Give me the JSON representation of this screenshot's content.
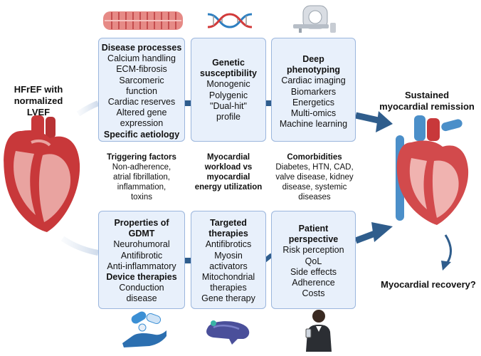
{
  "left_label": [
    "HFrEF with",
    "normalized LVEF"
  ],
  "right_top_label": [
    "Sustained",
    "myocardial remission"
  ],
  "right_bottom_label": "Myocardial recovery?",
  "boxes": {
    "disease": {
      "heading": "Disease processes",
      "items": [
        "Calcium handling",
        "ECM-fibrosis",
        "Sarcomeric",
        "function",
        "Cardiac reserves",
        "Altered gene",
        "expression"
      ],
      "heading2": "Specific aetiology"
    },
    "genetic": {
      "heading": [
        "Genetic",
        "susceptibility"
      ],
      "items": [
        "Monogenic",
        "Polygenic",
        "\"Dual-hit\"",
        "profile"
      ]
    },
    "deep": {
      "heading": [
        "Deep",
        "phenotyping"
      ],
      "items": [
        "Cardiac imaging",
        "Biomarkers",
        "Energetics",
        "Multi-omics",
        "Machine learning"
      ]
    },
    "gdmt": {
      "heading": [
        "Properties of",
        "GDMT"
      ],
      "items": [
        "Neurohumoral",
        "Antifibrotic",
        "Anti-inflammatory"
      ],
      "heading2": "Device therapies",
      "items2": [
        "Conduction",
        "disease"
      ]
    },
    "targeted": {
      "heading": [
        "Targeted",
        "therapies"
      ],
      "items": [
        "Antifibrotics",
        "Myosin",
        "activators",
        "Mitochondrial",
        "therapies",
        "Gene therapy"
      ]
    },
    "patient": {
      "heading": [
        "Patient",
        "perspective"
      ],
      "items": [
        "Risk perception",
        "QoL",
        "Side effects",
        "Adherence",
        "Costs"
      ]
    }
  },
  "middle": {
    "triggering": {
      "heading": "Triggering factors",
      "items": [
        "Non-adherence,",
        "atrial fibrillation,",
        "inflammation,",
        "toxins"
      ]
    },
    "workload": {
      "heading": [
        "Myocardial",
        "workload vs",
        "myocardial",
        "energy utilization"
      ]
    },
    "comorbidities": {
      "heading": "Comorbidities",
      "items": [
        "Diabetes, HTN, CAD,",
        "valve disease, kidney",
        "disease, systemic",
        "diseases"
      ]
    }
  },
  "colors": {
    "box_fill": "#e8f0fb",
    "box_border": "#9bb6dd",
    "arrow": "#2f5d8c",
    "heart_red": "#c8383a",
    "heart_blue": "#4b8fc9"
  },
  "icons": [
    "muscle-fiber-icon",
    "dna-icon",
    "mri-scanner-icon",
    "hand-pills-icon",
    "mitochondrion-icon",
    "patient-person-icon",
    "heart-failing-icon",
    "heart-healthy-icon"
  ]
}
